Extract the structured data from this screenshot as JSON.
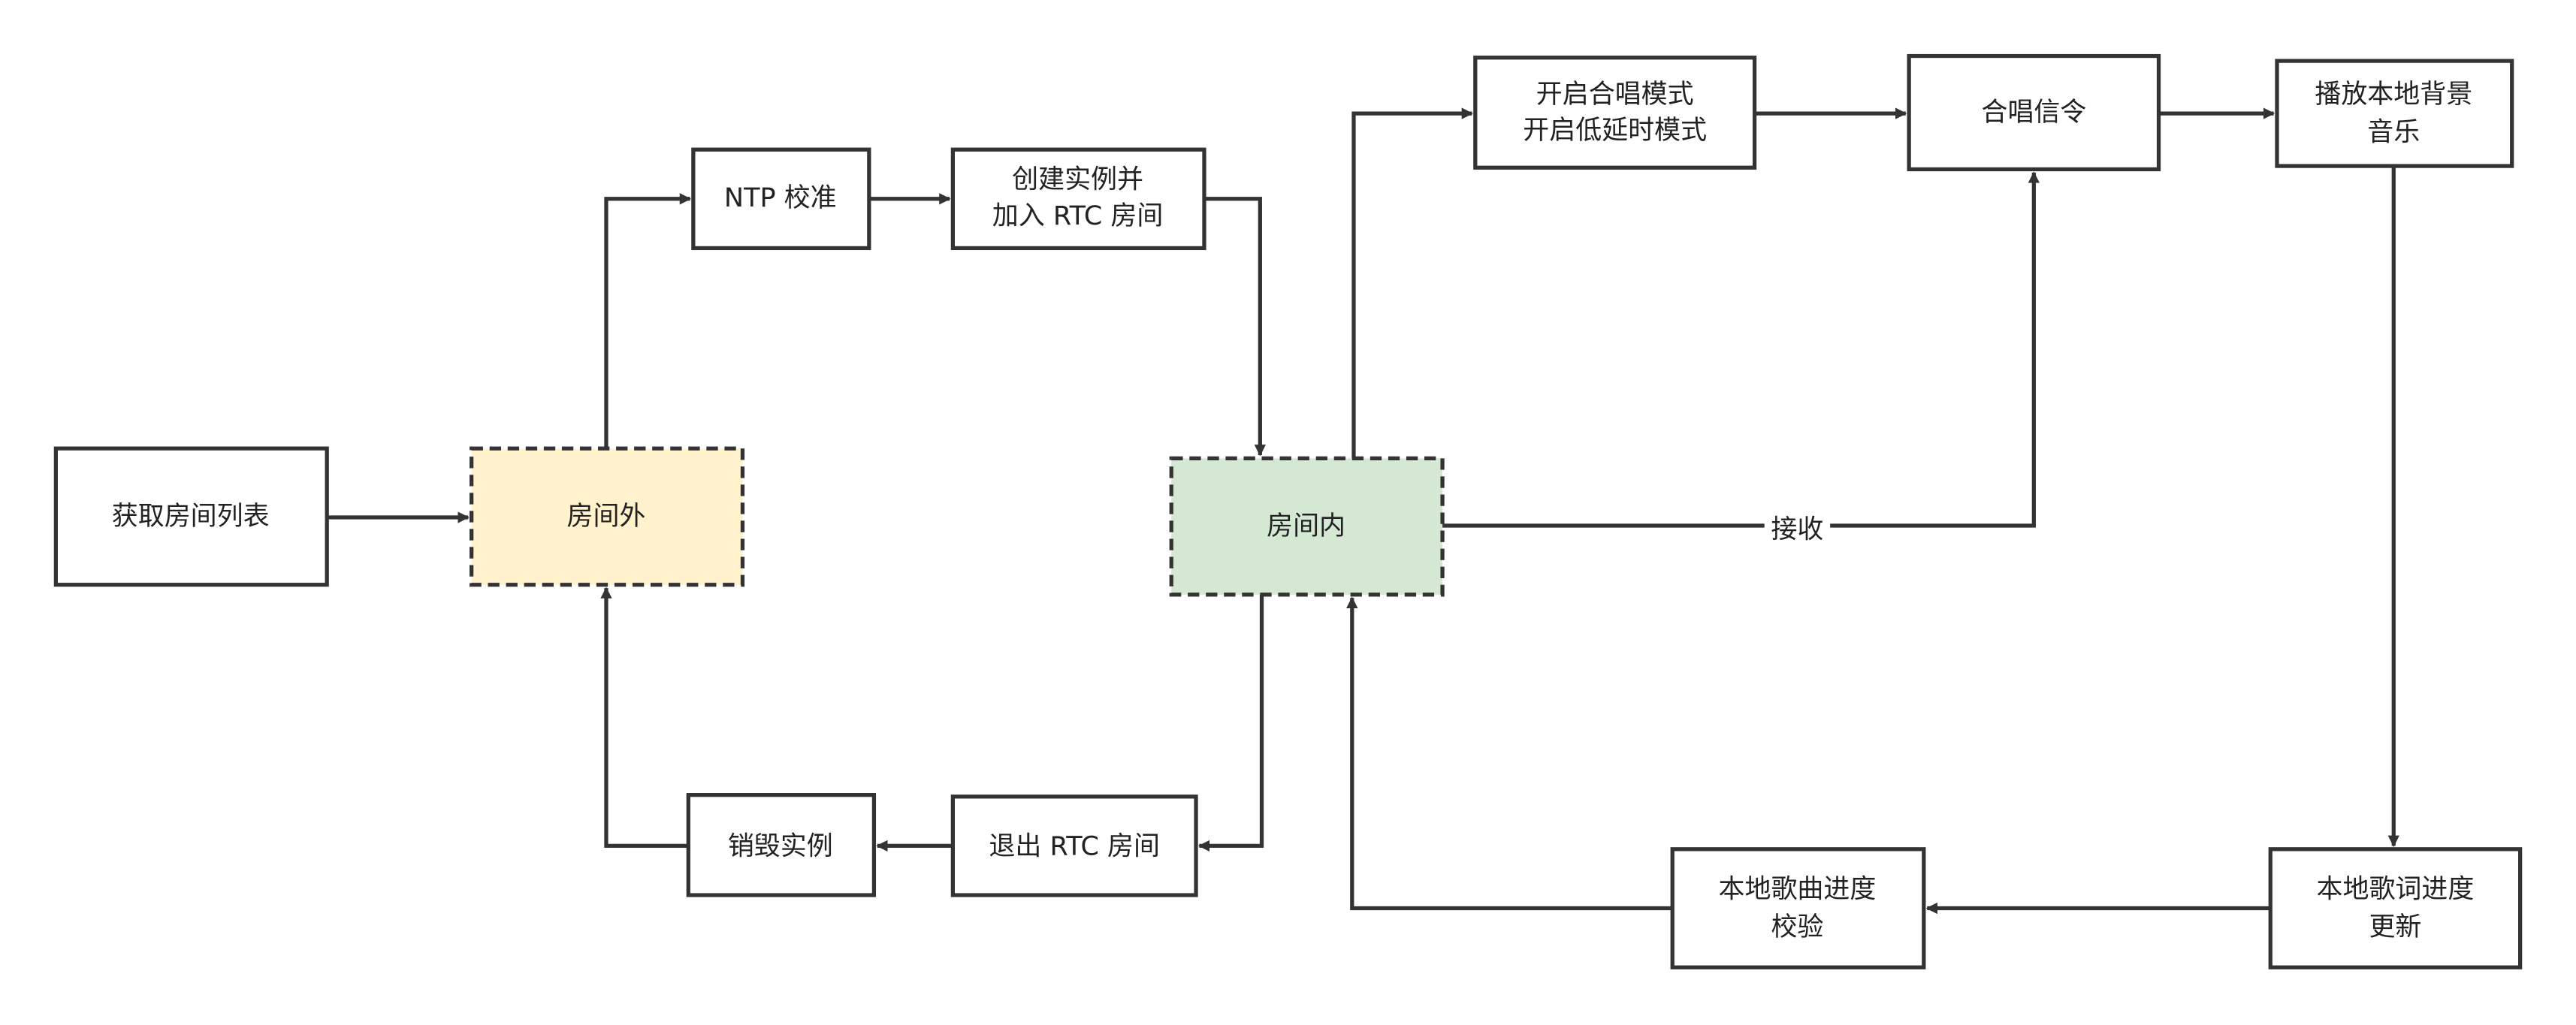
{
  "colors": {
    "outside_room_fill": "#fff2cc",
    "inside_room_fill": "#d5e8d4",
    "stroke": "#333333"
  },
  "nodes": {
    "get_room_list": {
      "lines": [
        "获取房间列表"
      ]
    },
    "outside_room": {
      "lines": [
        "房间外"
      ]
    },
    "ntp_calibrate": {
      "lines": [
        "NTP 校准"
      ]
    },
    "create_join": {
      "lines": [
        "创建实例并",
        "加入 RTC 房间"
      ]
    },
    "inside_room": {
      "lines": [
        "房间内"
      ]
    },
    "enable_modes": {
      "lines": [
        "开启合唱模式",
        "开启低延时模式"
      ]
    },
    "chorus_signal": {
      "lines": [
        "合唱信令"
      ]
    },
    "play_bgm": {
      "lines": [
        "播放本地背景",
        "音乐"
      ]
    },
    "lyrics_update": {
      "lines": [
        "本地歌词进度",
        "更新"
      ]
    },
    "song_check": {
      "lines": [
        "本地歌曲进度",
        "校验"
      ]
    },
    "leave_room": {
      "lines": [
        "退出 RTC 房间"
      ]
    },
    "destroy_instance": {
      "lines": [
        "销毁实例"
      ]
    }
  },
  "edges": {
    "receive_label": "接收"
  }
}
